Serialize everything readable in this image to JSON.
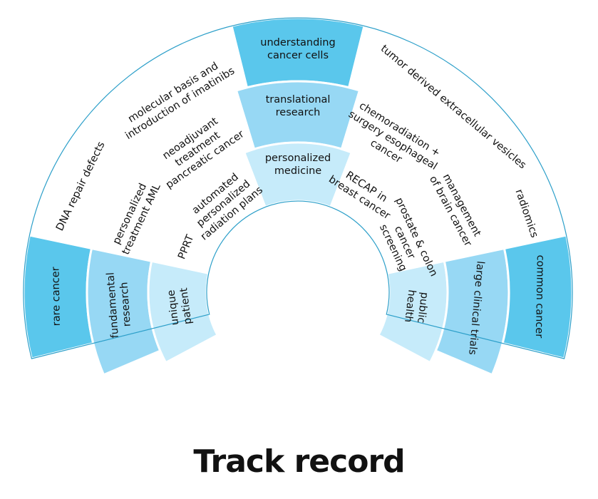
{
  "title": "Track record",
  "colors": {
    "outer_band": "#5ac7ec",
    "middle_band": "#97d8f4",
    "inner_band": "#c6ebfa",
    "white_cell": "#ffffff",
    "outline": "#2c9fc9"
  },
  "headers": {
    "outer": [
      "understanding",
      "cancer cells"
    ],
    "middle": [
      "translational",
      "research"
    ],
    "inner": [
      "personalized",
      "medicine"
    ]
  },
  "side_labels": {
    "rare_cancer": [
      "rare cancer"
    ],
    "fundamental_research": [
      "fundamental",
      "research"
    ],
    "unique_patient": [
      "unique",
      "patient"
    ],
    "public_health": [
      "public",
      "health"
    ],
    "large_clinical_trials": [
      "large clinical trials"
    ],
    "common_cancer": [
      "common cancer"
    ]
  },
  "topics": {
    "dna_repair": [
      "DNA repair defects"
    ],
    "imatinibs": [
      "molecular basis and",
      "introduction of imatinibs"
    ],
    "personalized_aml": [
      "personalized",
      "treatment AML"
    ],
    "neoadjuvant": [
      "neoadjuvant",
      "treatment",
      "pancreatic cancer"
    ],
    "pprt": [
      "PPRT"
    ],
    "automated": [
      "automated",
      "personalized",
      "radiation plans"
    ],
    "tumor_vesicles": [
      "tumor derived extracellular vesicles"
    ],
    "radiomics": [
      "radiomics"
    ],
    "chemoradiation": [
      "chemoradiation +",
      "surgery esophageal",
      "cancer"
    ],
    "brain_cancer": [
      "management",
      "of brain cancer"
    ],
    "recap": [
      "RECAP in",
      "breast cancer"
    ],
    "prostate_colon": [
      "prostate & colon",
      "cancer",
      "screening"
    ]
  }
}
